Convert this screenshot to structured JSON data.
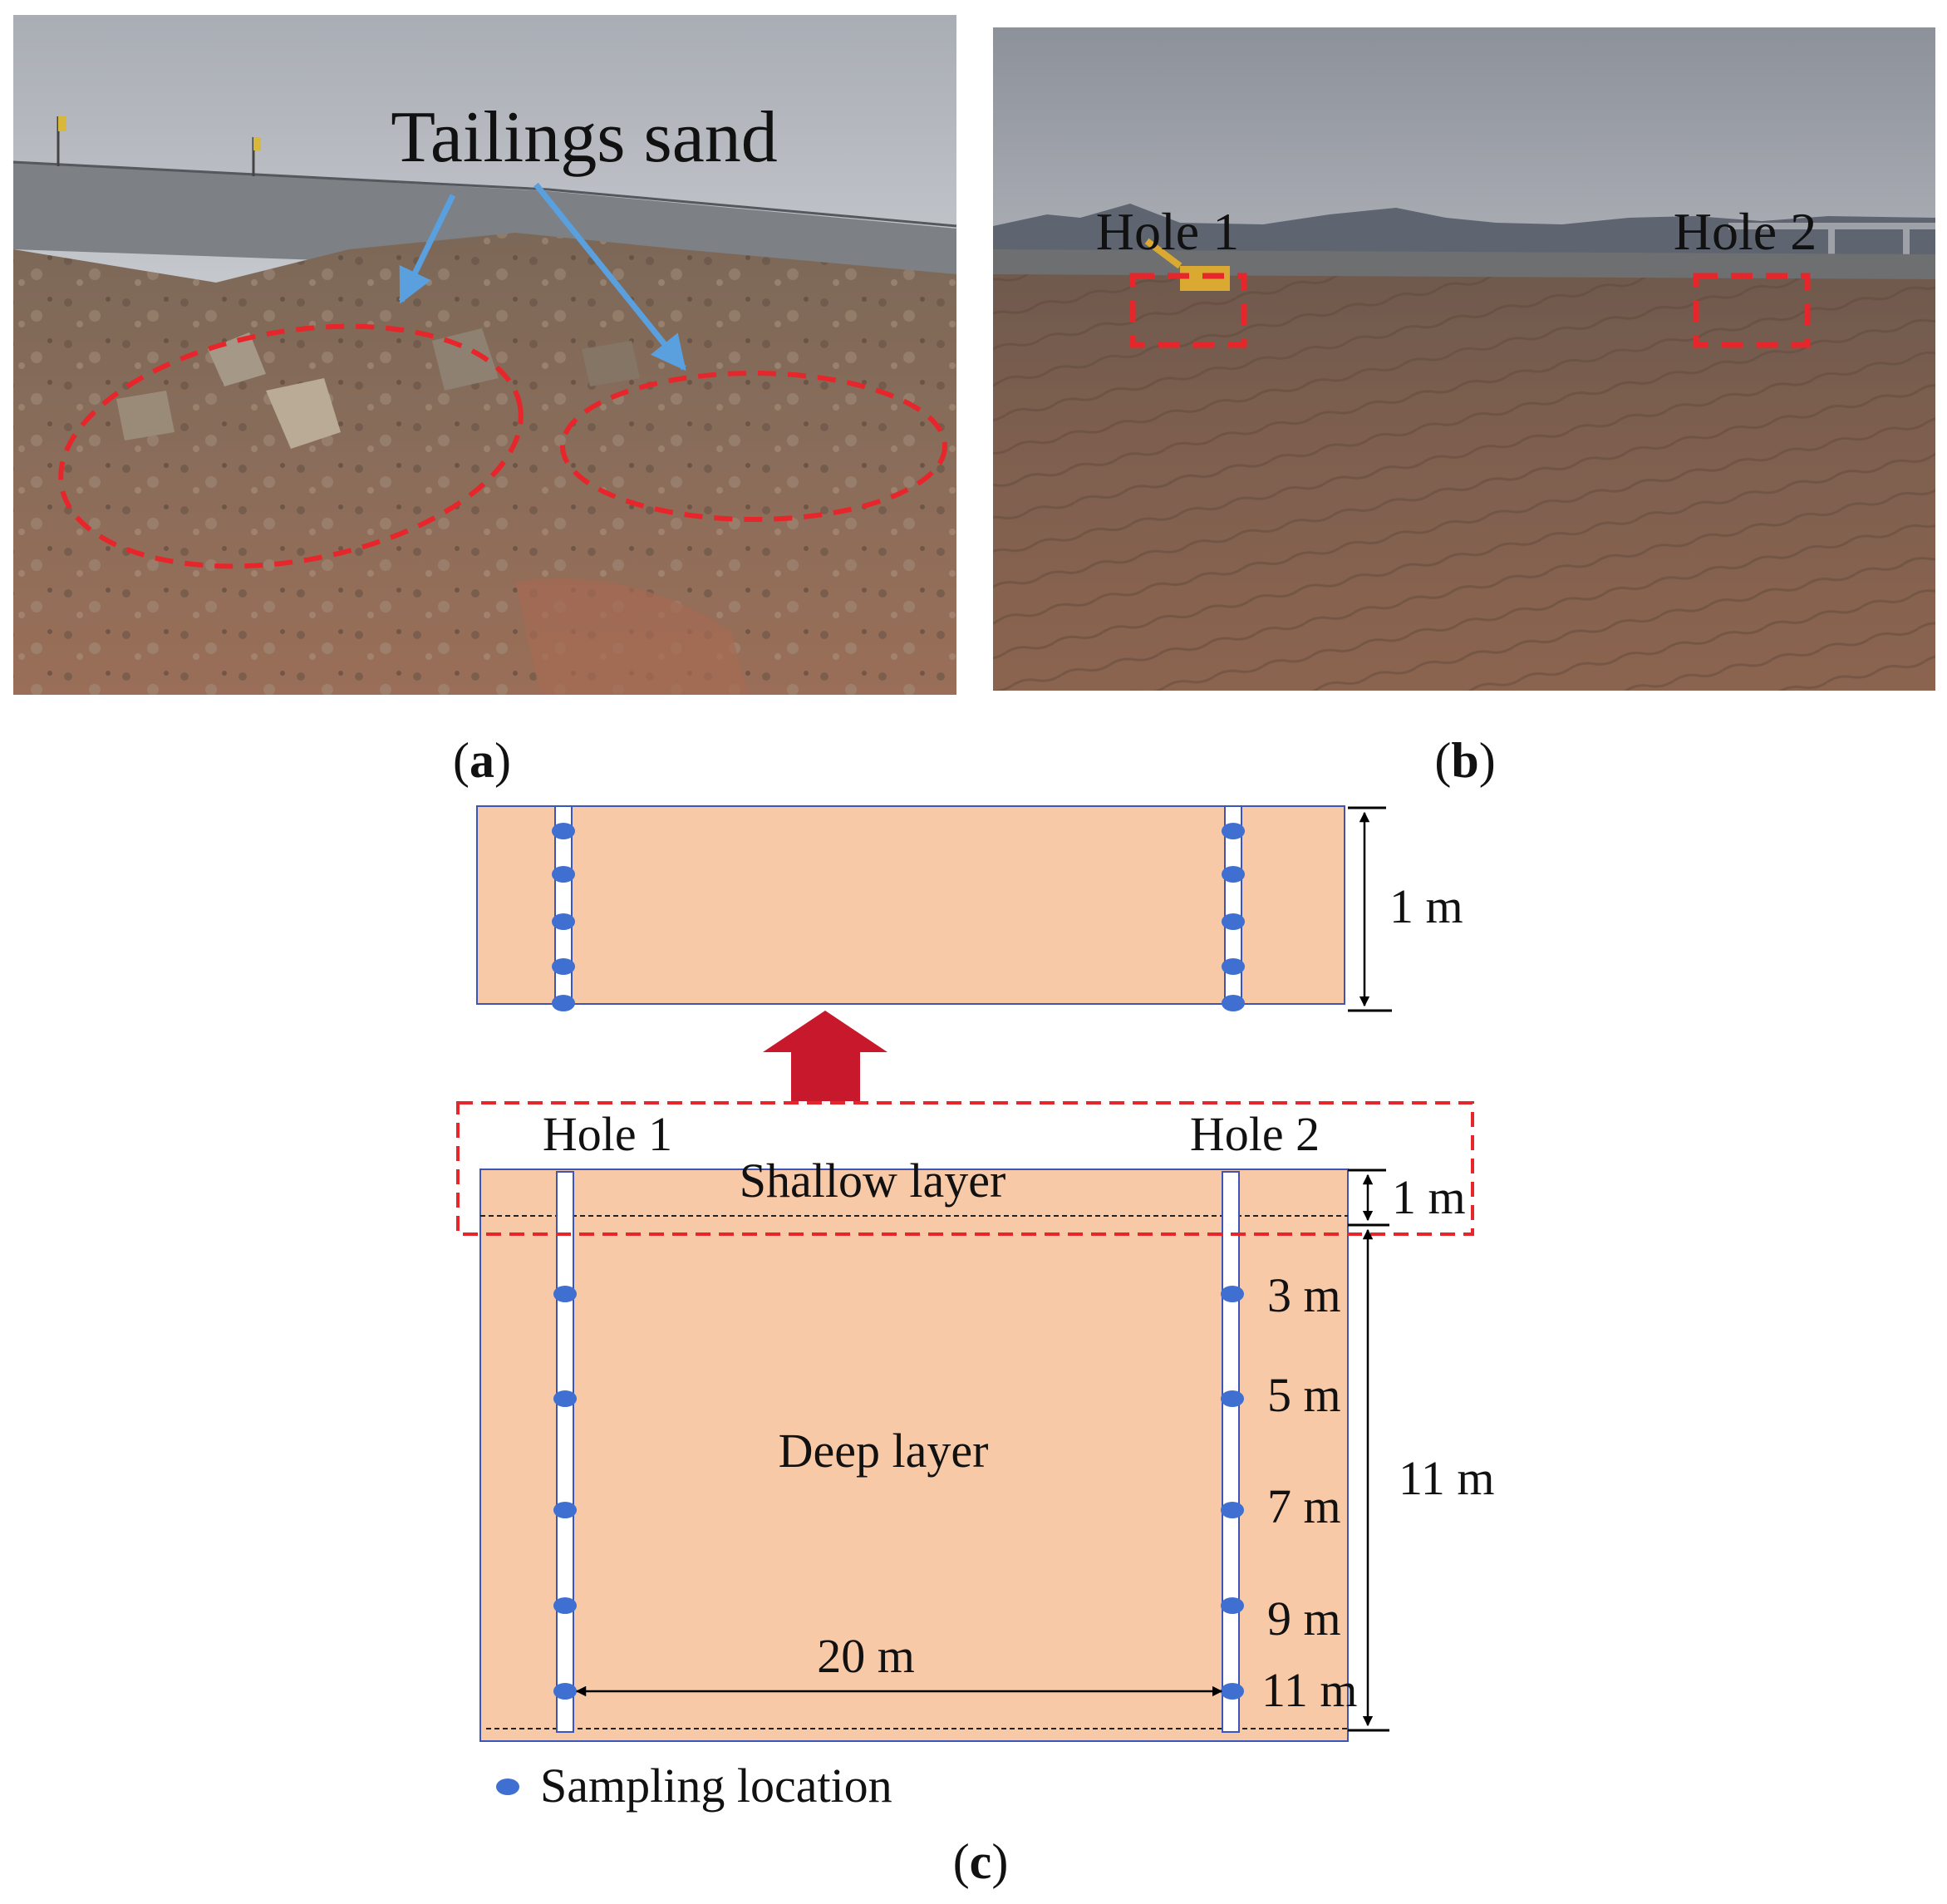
{
  "panels": {
    "a": {
      "letter": "a",
      "annotation": "Tailings sand"
    },
    "b": {
      "letter": "b",
      "hole1": "Hole 1",
      "hole2": "Hole 2"
    },
    "c": {
      "letter": "c",
      "hole1": "Hole 1",
      "hole2": "Hole 2",
      "shallow_layer": "Shallow layer",
      "deep_layer": "Deep layer",
      "shallow_thickness": "1 m",
      "shallow_thickness_zoom": "1 m",
      "deep_thickness": "11 m",
      "spacing": "20 m",
      "depths": [
        "3 m",
        "5 m",
        "7 m",
        "9 m",
        "11 m"
      ],
      "legend": "Sampling location"
    }
  },
  "colors": {
    "soil_fill": "#f7c9a7",
    "outline": "#3b55b8",
    "marker": "#3f6fd1",
    "highlight": "#e6262b",
    "arrow": "#c8192c",
    "callout_arrow": "#5aa0de"
  }
}
